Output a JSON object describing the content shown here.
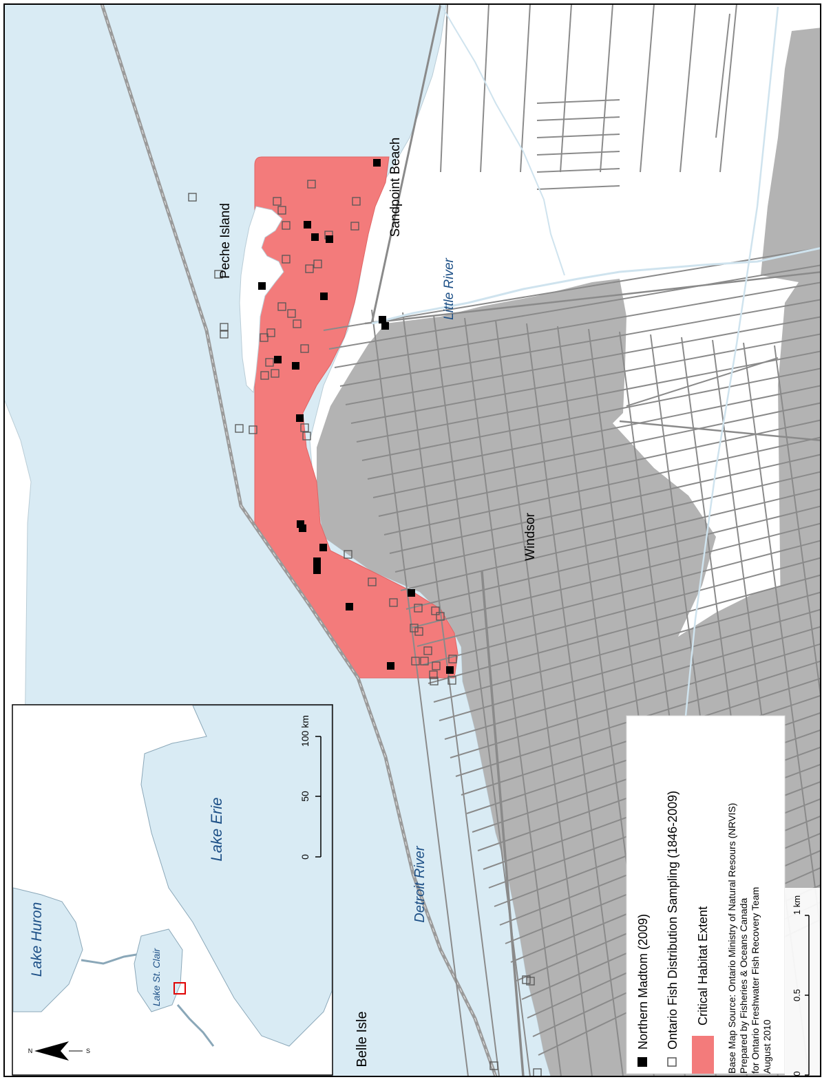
{
  "labels": {
    "peche_island": "Peche Island",
    "sandpoint_beach": "Sandpoint Beach",
    "little_river": "Little River",
    "windsor": "Windsor",
    "detroit_river": "Detroit River",
    "belle_isle": "Belle Isle"
  },
  "inset": {
    "lake_huron": "Lake Huron",
    "lake_erie": "Lake Erie",
    "lake_st_clair": "Lake St. Clair",
    "scale_ticks": [
      "0",
      "50",
      "100 km"
    ],
    "north_arrow_labels": [
      "N",
      "S"
    ]
  },
  "legend": {
    "items": [
      {
        "label": "Northern Madtom (2009)"
      },
      {
        "label": "Ontario Fish Distribution Sampling (1846-2009)"
      },
      {
        "label": "Critical Habitat Extent"
      }
    ],
    "credits": [
      "Base Map Source: Ontario Ministry of Natural Resours (NRVIS)",
      "Prepared by Fisheries & Oceans Canada",
      "for Ontario Freshwater Fish Recovery Team",
      "August 2010"
    ]
  },
  "scale_bar": {
    "ticks": [
      "0",
      "0.5",
      "1 km"
    ]
  },
  "colors": {
    "water": "#d9ebf4",
    "urban": "#b3b3b3",
    "habitat": "#f37b7b",
    "road": "#8a8a8a",
    "madtom": "#000000",
    "sampling": "#555555"
  }
}
